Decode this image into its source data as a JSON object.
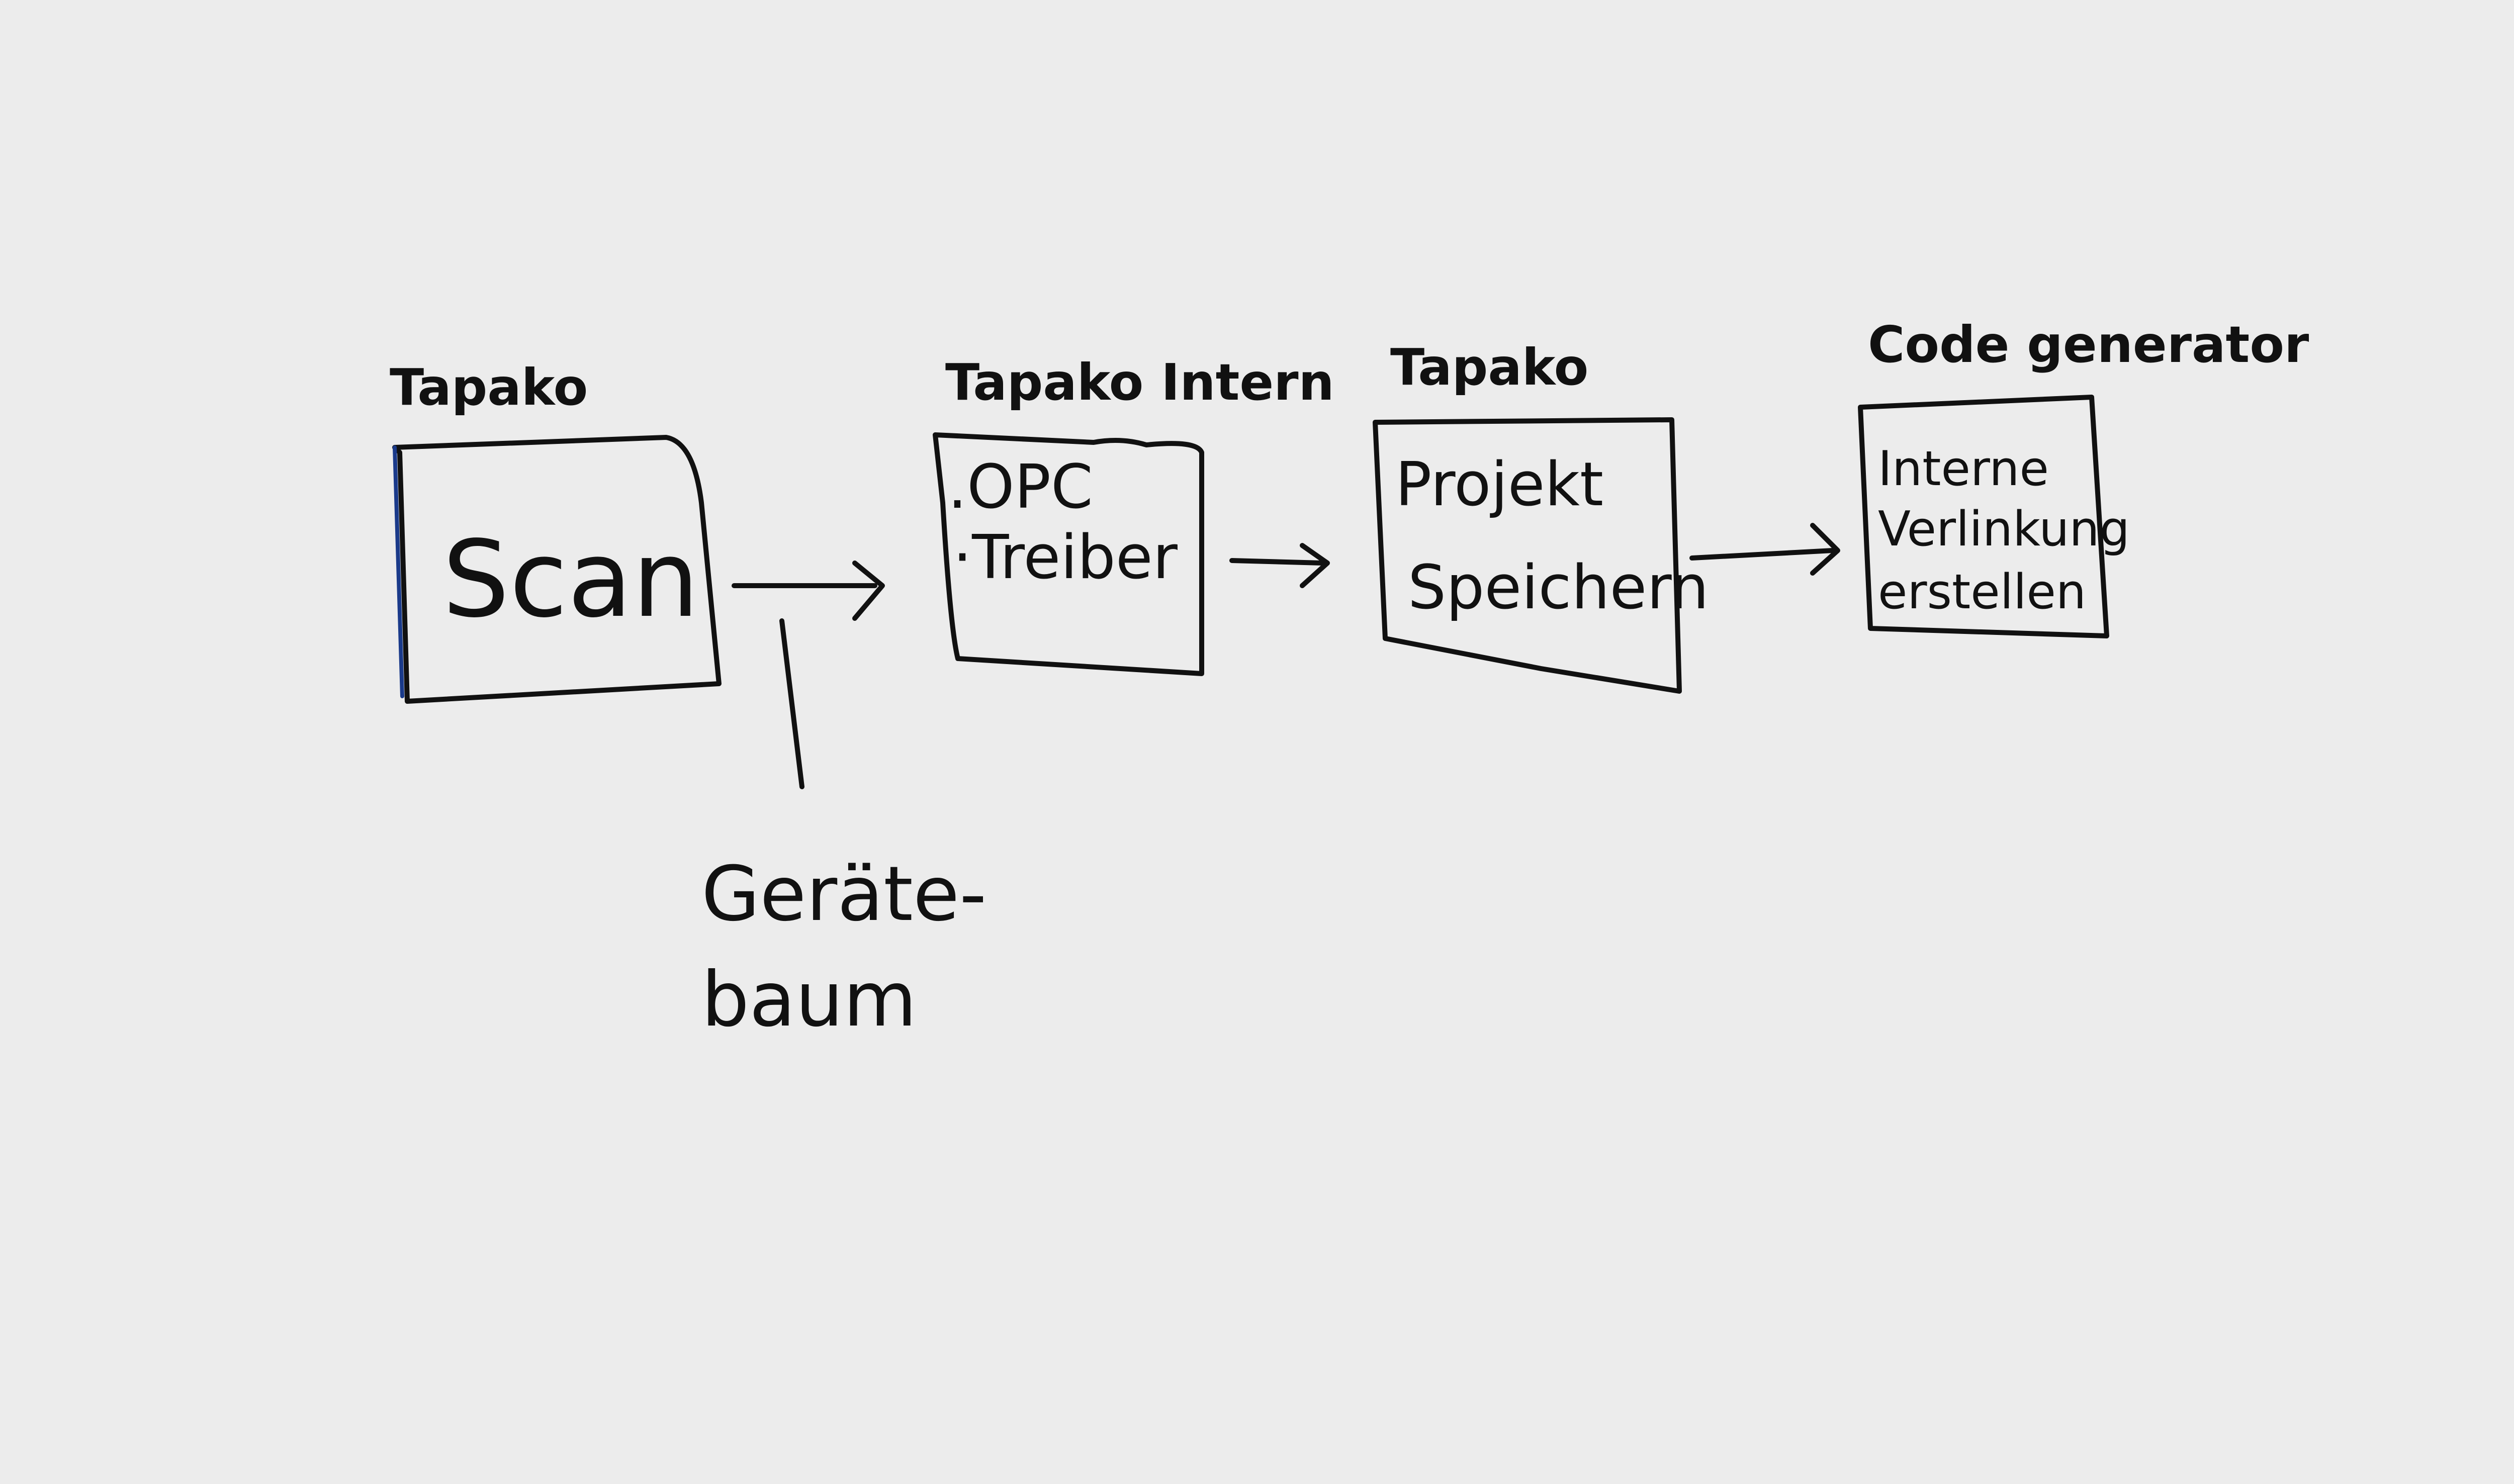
{
  "steps": [
    {
      "owner": "Tapako",
      "lines": [
        "Scan"
      ]
    },
    {
      "owner": "Tapako Intern",
      "lines": [
        ".OPC",
        "·Treiber"
      ]
    },
    {
      "owner": "Tapako",
      "lines": [
        "Projekt",
        "Speichern"
      ]
    },
    {
      "owner": "Code generator",
      "lines": [
        "Interne",
        "Verlinkung",
        "erstellen"
      ]
    }
  ],
  "branch_note": {
    "lines": [
      "Geräte-",
      "baum"
    ]
  },
  "colors": {
    "board": "#ececec",
    "ink": "#111111"
  }
}
